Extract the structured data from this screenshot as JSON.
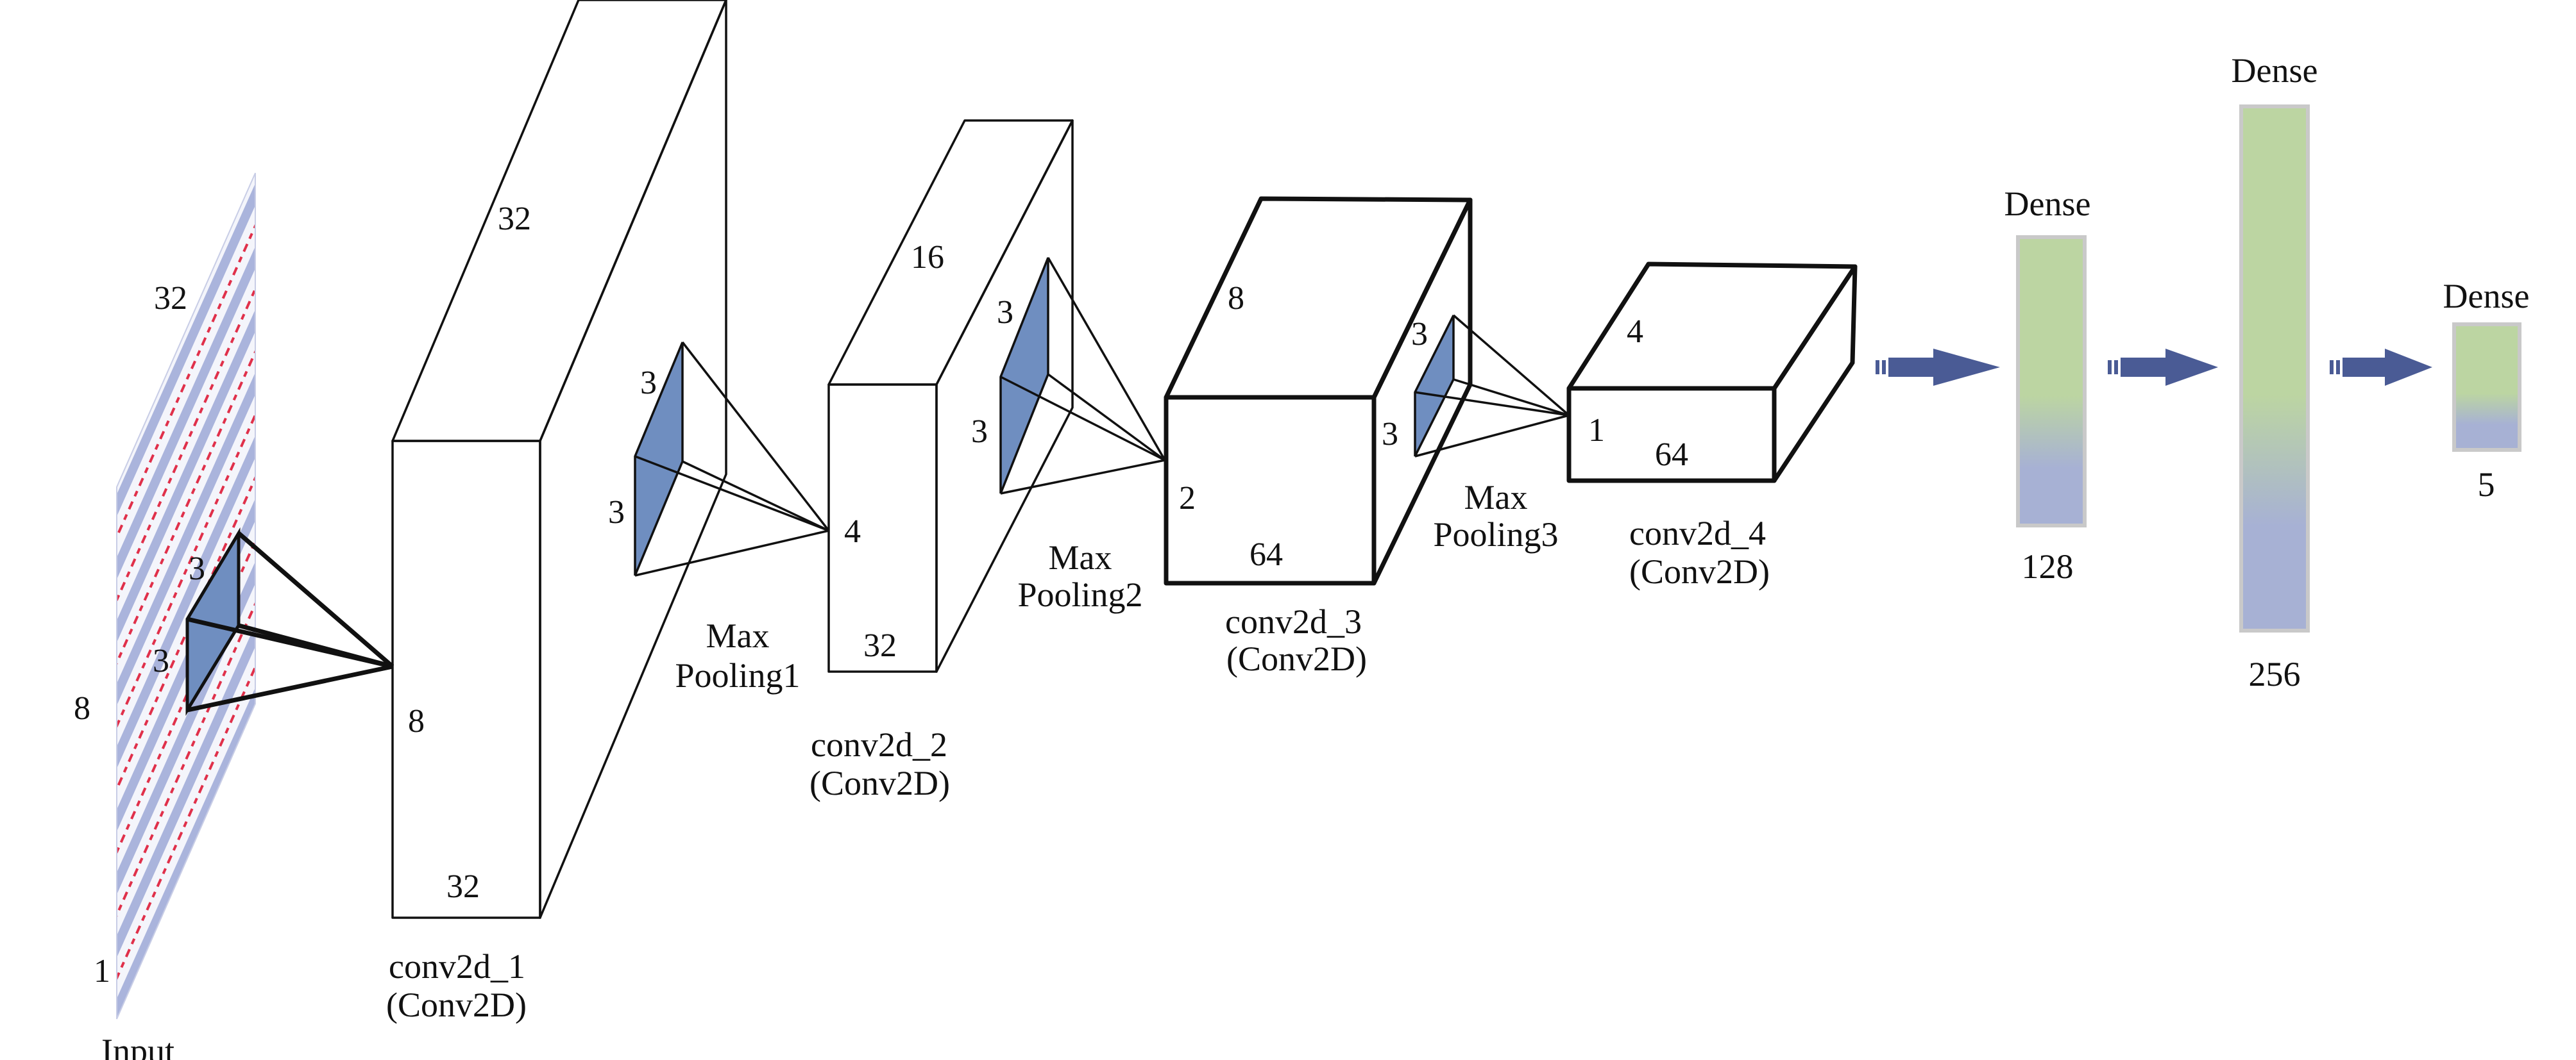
{
  "colors": {
    "green": "#bcd5a2",
    "blue": "#a7b1d4",
    "kernel": "#6f8ec0",
    "arrow": "#4a5b95",
    "stripe": "#e0304a"
  },
  "input": {
    "label": "Input",
    "dim_width": "32",
    "dim_height": "8",
    "dim_depth": "1",
    "kernel_a": "3",
    "kernel_b": "3"
  },
  "conv1": {
    "name": "conv2d_1",
    "type": "(Conv2D)",
    "dim_width": "32",
    "dim_height": "8",
    "dim_depth": "32",
    "kernel_a": "3",
    "kernel_b": "3"
  },
  "pool1": {
    "line1": "Max",
    "line2": "Pooling1"
  },
  "conv2": {
    "name": "conv2d_2",
    "type": "(Conv2D)",
    "dim_width": "16",
    "dim_height": "4",
    "dim_depth": "32",
    "kernel_a": "3",
    "kernel_b": "3"
  },
  "pool2": {
    "line1": "Max",
    "line2": "Pooling2"
  },
  "conv3": {
    "name": "conv2d_3",
    "type": "(Conv2D)",
    "dim_width": "8",
    "dim_height": "2",
    "dim_depth": "64",
    "kernel_a": "3",
    "kernel_b": "3"
  },
  "pool3": {
    "line1": "Max",
    "line2": "Pooling3"
  },
  "conv4": {
    "name": "conv2d_4",
    "type": "(Conv2D)",
    "dim_width": "4",
    "dim_height": "1",
    "dim_depth": "64"
  },
  "dense1": {
    "label": "Dense",
    "units": "128"
  },
  "dense2": {
    "label": "Dense",
    "units": "256"
  },
  "dense3": {
    "label": "Dense",
    "units": "5"
  }
}
